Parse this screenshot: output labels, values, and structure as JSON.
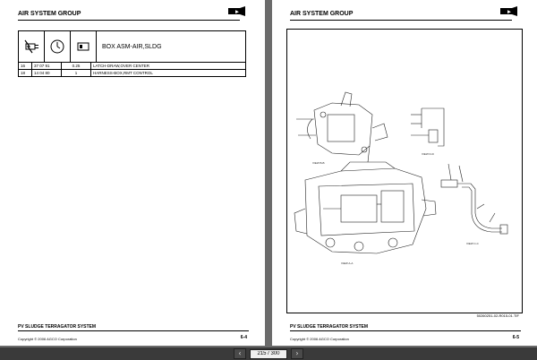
{
  "left_page": {
    "section_title": "AIR SYSTEM GROUP",
    "assembly_title": "BOX ASM-AIR,SLDG",
    "parts": [
      {
        "ref": "16",
        "part_no": "37 07 91",
        "qty": "0.25",
        "desc": "LATCH-DRAW,OVER CENTER"
      },
      {
        "ref": "18",
        "part_no": "14 04 80",
        "qty": "1",
        "desc": "HARNESS-BOX,RMT CONTROL"
      }
    ],
    "footer_title": "PV SLUDGE TERRAGATOR SYSTEM",
    "copyright": "Copyright © 2006 AGCO Corporation",
    "page_number": "6-4"
  },
  "right_page": {
    "section_title": "AIR SYSTEM GROUP",
    "drawing_number": "50260251-02-R015-01.TIF",
    "footer_title": "PV SLUDGE TERRAGATOR SYSTEM",
    "copyright": "Copyright © 2006 AGCO Corporation",
    "page_number": "6-5"
  },
  "viewer": {
    "current_page": "215 / 300",
    "prev_icon": "arrow-left-icon",
    "next_icon": "arrow-right-icon"
  },
  "colors": {
    "background": "#6b6b6b",
    "toolbar": "#3a3a3a"
  }
}
